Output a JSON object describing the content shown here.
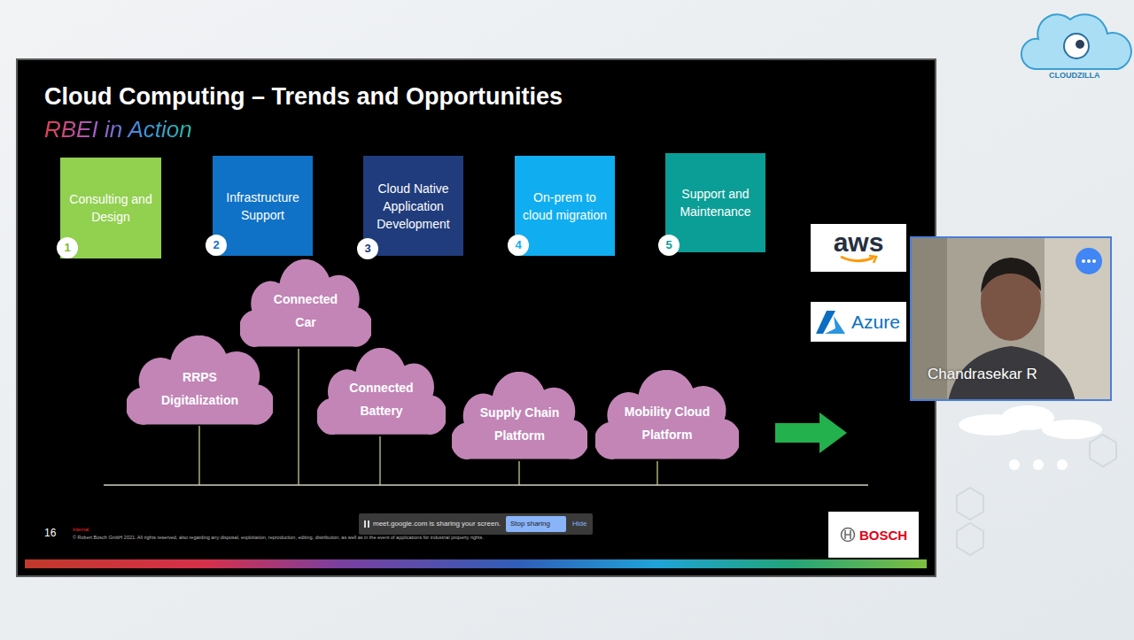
{
  "diagram": {
    "title": "Cloud Computing – Trends and Opportunities",
    "nodes": [
      {
        "text": [
          "Consulting and Design"
        ]
      },
      {
        "text": [
          "Infrastructure Support"
        ]
      },
      {
        "text": [
          "Cloud Native Application Development"
        ]
      },
      {
        "text": [
          "On-prem to cloud migration"
        ]
      },
      {
        "text": [
          "Support and Maintenance"
        ]
      },
      {
        "text": [
          "RRPS Digitalization"
        ]
      },
      {
        "text": [
          "Connected Car"
        ]
      },
      {
        "text": [
          "Connected Battery"
        ]
      },
      {
        "text": [
          "Supply Chain Platform"
        ]
      },
      {
        "text": [
          "Mobility Cloud Platform"
        ]
      },
      {
        "text": [
          "aws"
        ]
      },
      {
        "text": [
          "Azure"
        ]
      },
      {
        "text": [
          "Chandrasekar R"
        ]
      },
      {
        "text": [
          "BOSCH"
        ]
      }
    ],
    "labels": [
      "RBEI in Action",
      "1",
      "2",
      "3",
      "4",
      "5",
      "16",
      "Internal",
      "© Robert Bosch GmbH 2021. All rights reserved, also regarding any disposal, exploitation, reproduction, editing, distribution, as well as in the event of applications for industrial property rights.",
      "meet.google.com is sharing your screen.",
      "Stop sharing",
      "Hide",
      "CLOUDZILLA"
    ]
  }
}
